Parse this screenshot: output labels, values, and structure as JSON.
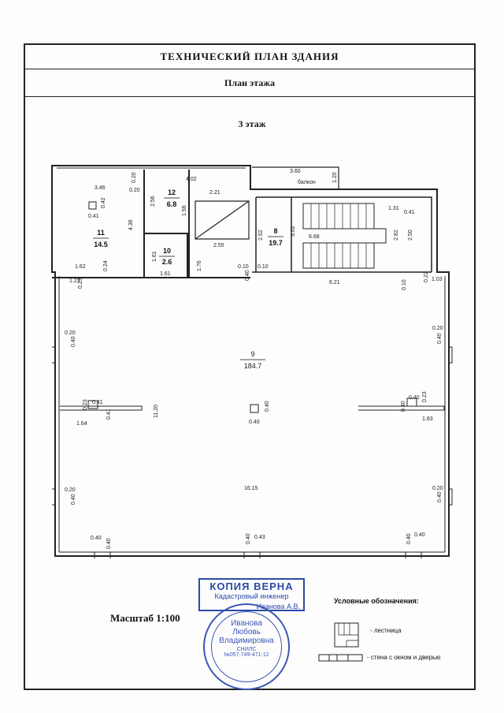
{
  "header": {
    "title": "ТЕХНИЧЕСКИЙ ПЛАН ЗДАНИЯ",
    "subtitle": "План этажа"
  },
  "floor_label": "3 этаж",
  "rooms": [
    {
      "number": "11",
      "area": "14.5"
    },
    {
      "number": "12",
      "area": "6.8"
    },
    {
      "number": "10",
      "area": "2.6"
    },
    {
      "number": "8",
      "area": "19.7"
    },
    {
      "number": "9",
      "area": "184.7"
    }
  ],
  "balcony_label": "балкон",
  "dimensions": {
    "d346": "3.46",
    "d020a": "0.20",
    "d020b": "0.20",
    "d402": "4.02",
    "d360": "3.60",
    "d120": "1.20",
    "d042": "0.42",
    "d041a": "0.41",
    "d436": "4.36",
    "d256": "2.56",
    "d156": "1.56",
    "d221": "2.21",
    "d131": "1.31",
    "d041b": "0.41",
    "d302": "3.02",
    "d252": "2.52",
    "d668": "6.68",
    "d282": "2.82",
    "d250": "2.50",
    "d161a": "1.61",
    "d161b": "1.61",
    "d255": "2.55",
    "d162": "1.62",
    "d024": "0.24",
    "d176": "1.76",
    "d010a": "0.10",
    "d010b": "0.10",
    "d040a": "0.40",
    "d123": "1.23",
    "d023a": "0.23",
    "d621": "6.21",
    "d010c": "0.10",
    "d022": "0.22",
    "d103": "1.03",
    "d020c": "0.20",
    "d040b": "0.40",
    "d020d": "0.20",
    "d040c": "0.40",
    "d023b": "0.23",
    "d041c": "0.41",
    "d041d": "0.41",
    "d164": "1.64",
    "d1120": "11.20",
    "d040d": "0.40",
    "d040e": "0.40",
    "d040f": "0.40",
    "d040g": "0.40",
    "d023c": "0.23",
    "d163": "1.63",
    "d020e": "0.20",
    "d040h": "0.40",
    "d1615": "16.15",
    "d020f": "0.20",
    "d040i": "0.40",
    "d040j": "0.40",
    "d040k": "0.40",
    "d040l": "0.40",
    "d043": "0.43",
    "d040m": "0.40",
    "d040n": "0.40"
  },
  "scale_label": "Масштаб 1:100",
  "stamp": {
    "title": "КОПИЯ ВЕРНА",
    "role": "Кадастровый инженер",
    "signer": "Иванова А.В.",
    "seal_name1": "Иванова",
    "seal_name2": "Любовь",
    "seal_name3": "Владимировна",
    "seal_snils": "СНИЛС",
    "seal_number": "№057-749-471-12"
  },
  "legend": {
    "title": "Условные обозначения:",
    "stairs": "- лестница",
    "wall": "- стена с окном и дверью"
  }
}
